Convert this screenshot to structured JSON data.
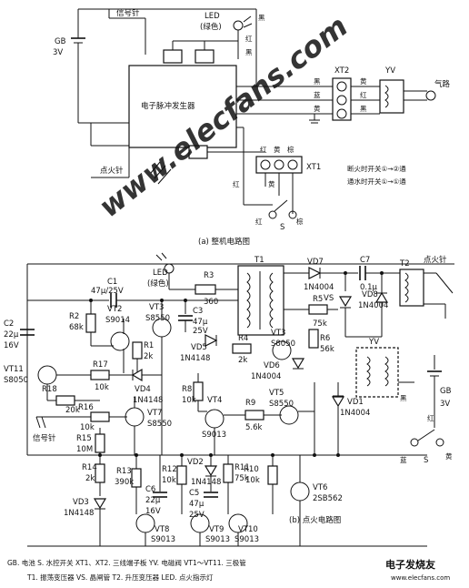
{
  "top_circuit": {
    "caption": "(a) 整机电路图",
    "battery_label": "GB",
    "battery_voltage": "3V",
    "signal_needle": "信号针",
    "led_label": "LED",
    "led_color": "(绿色)",
    "pulse_generator": "电子脉冲发生器",
    "ignition_needle": "点火针",
    "xt2": "XT2",
    "xt1": "XT1",
    "yv": "YV",
    "gas_path": "气路",
    "switch_s": "S",
    "wire_colors": {
      "black": "黑",
      "yellow": "黄",
      "blue": "蓝",
      "red": "红",
      "brown": "棕"
    },
    "note_line1": "断火时开关①→②通",
    "note_line2": "通水时开关①→①通"
  },
  "bottom_circuit": {
    "caption": "(b) 点火电路图",
    "labels": {
      "led": "LED",
      "led_color": "(绿色)",
      "r3": "R3",
      "r3_val": "360",
      "t1": "T1",
      "vd7": "VD7",
      "vd7_val": "1N4004",
      "c7": "C7",
      "c7_val": "0.1μ",
      "t2": "T2",
      "ignition_needle": "点火针",
      "vs": "VS",
      "vd8": "VD8",
      "vd8_val": "1N4004",
      "c1": "C1",
      "c1_val": "47μ/25V",
      "r2": "R2",
      "r2_val": "68k",
      "vt2": "VT2",
      "vt2_val": "S9014",
      "vt3": "VT3",
      "vt3_val": "S8550",
      "r1": "R1",
      "r1_val": "2k",
      "c3": "C3",
      "c3_val1": "47μ",
      "c3_val2": "25V",
      "vd5": "VD5",
      "vd5_val": "1N4148",
      "r5": "R5",
      "r5_val": "75k",
      "r6": "R6",
      "r6_val": "56k",
      "r4": "R4",
      "r4_val": "2k",
      "vt3b": "VT3",
      "vt3b_val": "S8050",
      "vd6": "VD6",
      "vd6_val": "1N4004",
      "c2": "C2",
      "c2_val1": "22μ",
      "c2_val2": "16V",
      "vt11": "VT11",
      "vt11_val": "S8050",
      "r17": "R17",
      "r17_val": "10k",
      "vd4": "VD4",
      "vd4_val": "1N4148",
      "r18": "R18",
      "r18_val": "20k",
      "r16": "R16",
      "r16_val": "10k",
      "vt7": "VT7",
      "vt7_val": "S8550",
      "signal_needle": "信号针",
      "r15": "R15",
      "r15_val": "10M",
      "r8": "R8",
      "r8_val": "10k",
      "vt4": "VT4",
      "vt4_val": "S9013",
      "r9": "R9",
      "r9_val": "5.6k",
      "vt5": "VT5",
      "vt5_val": "S8550",
      "vd1": "VD1",
      "vd1_val": "1N4004",
      "yv": "YV",
      "black": "黑",
      "gb": "GB",
      "gb_val": "3V",
      "red": "红",
      "yellow": "黄",
      "blue": "蓝",
      "s": "S",
      "r14": "R14",
      "r14_val": "2k",
      "r13": "R13",
      "r13_val": "390k",
      "c6": "C6",
      "c6_val1": "22μ",
      "c6_val2": "16V",
      "r12": "R12",
      "r12_val": "10k",
      "vd2": "VD2",
      "vd2_val": "1N4148",
      "r11": "R11",
      "r11_val": "75k",
      "c5": "C5",
      "c5_val1": "47μ",
      "c5_val2": "25V",
      "r10": "R10",
      "r10_val": "10k",
      "vt6": "VT6",
      "vt6_val": "2SB562",
      "vd3": "VD3",
      "vd3_val": "1N4148",
      "vt8": "VT8",
      "vt8_val": "S9013",
      "vt9": "VT9",
      "vt9_val": "S9013",
      "vt10": "VT10",
      "vt10_val": "S9013"
    }
  },
  "legend": {
    "line1": "GB. 电池   S. 水控开关   XT1、XT2. 三线端子板   YV. 电磁阀   VT1～VT11. 三极管",
    "line2": "T1. 振荡变压器   VS. 晶闸管   T2. 升压变压器   LED. 点火指示灯"
  },
  "watermark": {
    "main": "www.elecfans.com",
    "corner": "电子发烧友",
    "corner_sub": "www.elecfans.com"
  }
}
